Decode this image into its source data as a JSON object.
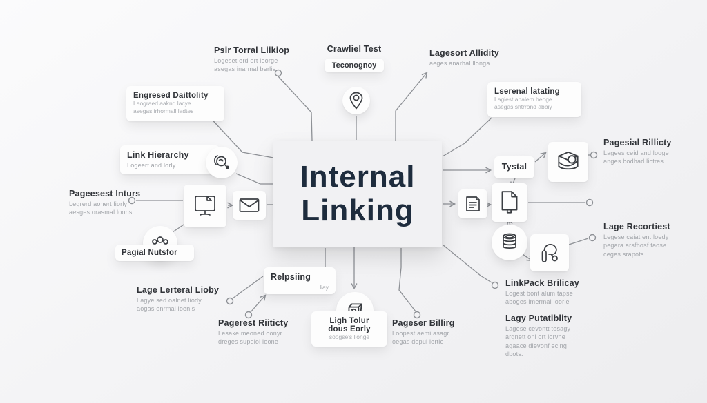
{
  "colors": {
    "background": "#f3f3f5",
    "card": "#fdfdfd",
    "center_box": "#f1f1f3",
    "title_text": "#303338",
    "sub_text": "#a2a5aa",
    "center_text": "#1e2c3d",
    "line": "#8e9196"
  },
  "center": {
    "title_line1": "Internal",
    "title_line2": "Linking"
  },
  "nodes": {
    "pair_torral": {
      "title": "Psir Torral Liikiop",
      "sub1": "Logeset erd ort leorge",
      "sub2": "asegas inarmal berlis"
    },
    "crawhel": {
      "title": "Crawliel Test",
      "badge": "Teconognoy"
    },
    "lagesort": {
      "title": "Lagesort Allidity",
      "sub1": "aeges anarhal llonga"
    },
    "engresed": {
      "title": "Engresed Daittolity",
      "sub1": "Laograed aaknd lacye",
      "sub2": "asegas irhormall ladtes"
    },
    "lsernal": {
      "title": "Lserenal latating",
      "sub1": "Lagiest analem heoge",
      "sub2": "asegas shtrrond abbiy"
    },
    "pagesial": {
      "title": "Pagesial Rillicty",
      "sub1": "Lagees ceid and looge",
      "sub2": "anges bodhad lictres"
    },
    "link_hierarchy": {
      "title": "Link Hierarchy",
      "sub1": "Logeert and lorly"
    },
    "pagesest": {
      "title": "Pageesest Inturs",
      "sub1": "Legrerd aonert liorly",
      "sub2": "aesges orasmal loons"
    },
    "pagial": {
      "title": "Pagial Nutsfor"
    },
    "lage_lerteral": {
      "title": "Lage Lerteral Lioby",
      "sub1": "Lagye sed oalnet liody",
      "sub2": "aogas onrmal loenis"
    },
    "relpsing": {
      "title": "Relpsiing",
      "sub1": "liay"
    },
    "pagerest": {
      "title": "Pagerest Riiticty",
      "sub1": "Lesake meoned oonyr",
      "sub2": "dreges supoiol loone"
    },
    "ligh_tolar": {
      "title_line1": "Ligh Tolur",
      "title_line2": "dous Eorly",
      "sub1": "soogse's lionge"
    },
    "pageser": {
      "title": "Pageser Billirg",
      "sub1": "Loopest aemi asagr",
      "sub2": "oegas dopul lertie"
    },
    "tystal": {
      "title": "Tystal"
    },
    "lage_recortiest": {
      "title": "Lage Recortiest",
      "sub1": "Legese caiat ent loedy",
      "sub2": "pegara arsfhosf taose",
      "sub3": "ceges srapots."
    },
    "linkpack": {
      "title": "LinkPack Brilicay",
      "sub1": "Logest bont alum tapse",
      "sub2": "aboges imermal loorie"
    },
    "lagy": {
      "title": "Lagy Putatiblity",
      "sub1": "Lagese cevontt tosagy",
      "sub2": "argnett onl ort lorvhe",
      "sub3": "agaace dievonf ecing",
      "sub4": "dbots."
    }
  },
  "icons": {
    "pin": "location-pin-icon",
    "magnifier": "search-icon",
    "monitor": "monitor-page-icon",
    "mail": "envelope-icon",
    "people": "people-group-icon",
    "cube": "cube-icon",
    "box3d": "open-box-icon",
    "doc": "document-lines-icon",
    "page": "file-page-icon",
    "database": "database-icon",
    "route": "route-path-icon"
  }
}
